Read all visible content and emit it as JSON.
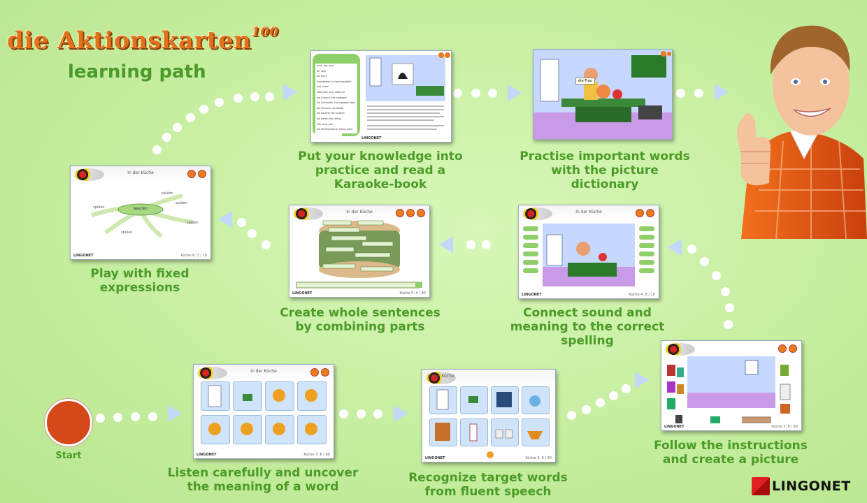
{
  "title": "die Aktionskarten",
  "title_sup": "100",
  "subtitle": "learning path",
  "start_label": "Start",
  "brand": "LINGONET",
  "colors": {
    "caption": "#4b9b27",
    "arrow": "#c2d8ff",
    "start": "#d4481a",
    "title": "#e0721c"
  },
  "steps": [
    {
      "caption": "Listen carefully and uncover the meaning of a word",
      "screen_title": "In der Küche",
      "footer": "LINGONET",
      "page": "Küche 3: 6 / 60"
    },
    {
      "caption": "Recognize target words from fluent speech",
      "screen_title": "In der Küche",
      "footer": "LINGONET",
      "page": "Küche 3: 6 / 60"
    },
    {
      "caption": "Follow the instructions and create a picture",
      "screen_title": "",
      "footer": "LINGONET",
      "page": "Küche 3: 6 / 60"
    },
    {
      "caption": "Connect sound and meaning to the correct spelling",
      "screen_title": "In der Küche",
      "footer": "LINGONET",
      "page": "Küche 4: 8 / 10"
    },
    {
      "caption": "Create whole sentences by combining parts",
      "screen_title": "In der Küche",
      "footer": "LINGONET",
      "page": "Küche 5: 4 / 80"
    },
    {
      "caption": "Play with fixed expressions",
      "screen_title": "In der Küche",
      "footer": "LINGONET",
      "page": "Küche 6: 3 / 10",
      "center_word": "Geschirr",
      "words": [
        "spülen",
        "spülen",
        "spülen",
        "spülen",
        "spülen"
      ]
    },
    {
      "caption": "Put your knowledge into practice and read a Karaoke-book",
      "footer": "LINGONET",
      "list": [
        "auch, das, auch",
        "ist, liegt",
        "da, there",
        "Schulkasten: to have breakfast",
        "dort, there",
        "steht dort: very colourful",
        "der Schrank: the cupboard",
        "die Schranktür: the cupboard door",
        "der Schrank: the drawer",
        "die Gardine: the curtains",
        "die Decke: the ceiling",
        "hier: only, just",
        "die Zimmerpflanze: house plant"
      ]
    },
    {
      "caption": "Practise important words with the picture dictionary",
      "label": "die Frau"
    }
  ]
}
